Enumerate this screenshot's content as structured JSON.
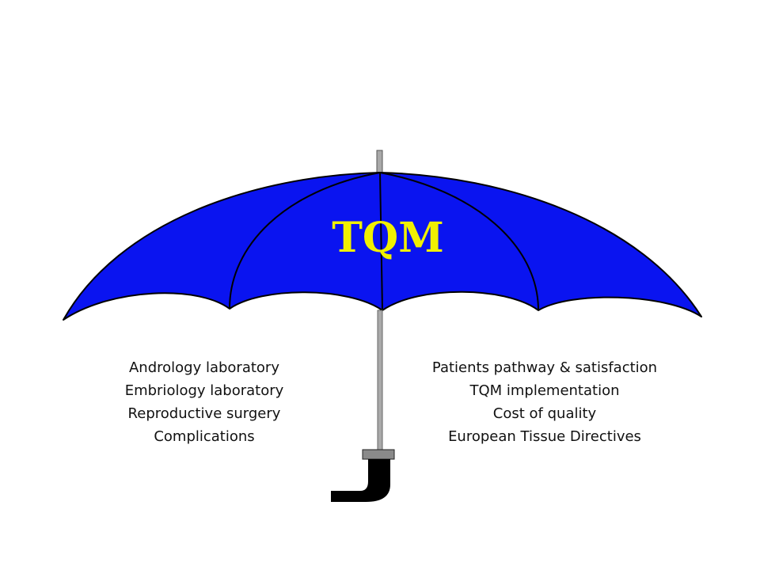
{
  "umbrella": {
    "label": "TQM",
    "canopy_color": "#0a14f0",
    "label_color": "#f0f000",
    "outline_color": "#000000",
    "shaft_color": "#a9a9a9"
  },
  "left_list": [
    "Andrology laboratory",
    "Embriology laboratory",
    "Reproductive surgery",
    "Complications"
  ],
  "right_list": [
    "Patients pathway & satisfaction",
    "TQM implementation",
    "Cost of quality",
    "European Tissue Directives"
  ]
}
